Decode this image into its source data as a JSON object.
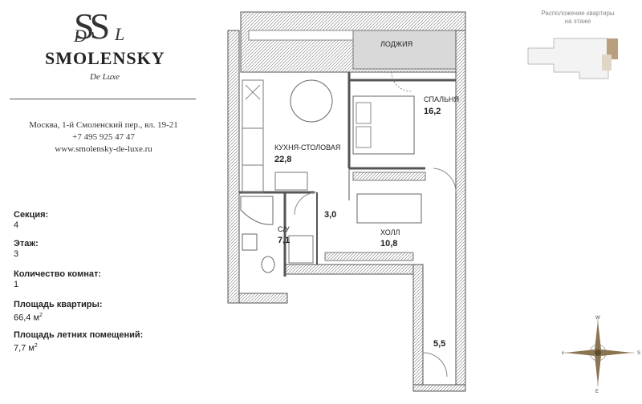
{
  "brand": {
    "monogram": "SS",
    "script_left": "D",
    "script_right": "L",
    "name": "SMOLENSKY",
    "tagline": "De Luxe"
  },
  "contact": {
    "address": "Москва, 1-й Смоленский пер., вл. 19-21",
    "phone": "+7 495 925 47 47",
    "site": "www.smolensky-de-luxe.ru"
  },
  "info": {
    "section": {
      "label": "Секция:",
      "value": "4"
    },
    "floor": {
      "label": "Этаж:",
      "value": "3"
    },
    "rooms": {
      "label": "Количество комнат:",
      "value": "1"
    },
    "area": {
      "label": "Площадь квартиры:",
      "value": "66,4 м",
      "unit_sup": "2"
    },
    "summer_area": {
      "label": "Площадь летних помещений:",
      "value": "7,7 м",
      "unit_sup": "2"
    }
  },
  "plan": {
    "rooms": {
      "loggia": {
        "label": "ЛОДЖИЯ"
      },
      "bedroom": {
        "label": "СПАЛЬНЯ",
        "area": "16,2"
      },
      "kitchen": {
        "label": "КУХНЯ-СТОЛОВАЯ",
        "area": "22,8"
      },
      "corridor": {
        "area": "3,0"
      },
      "bathroom": {
        "label": "С/У",
        "area": "7,1"
      },
      "hall": {
        "label": "ХОЛЛ",
        "area": "10,8"
      },
      "wardrobe": {
        "area": "5,5"
      }
    }
  },
  "keyplan": {
    "title_line1": "Расположение квартиры",
    "title_line2": "на этаже",
    "highlight_color": "#b8a07e"
  },
  "compass": {
    "n": "N",
    "s": "S",
    "e": "E",
    "w": "W"
  },
  "colors": {
    "wall": "#6b6b6b",
    "loggia_fill": "#d9d9d9",
    "text": "#222222"
  }
}
